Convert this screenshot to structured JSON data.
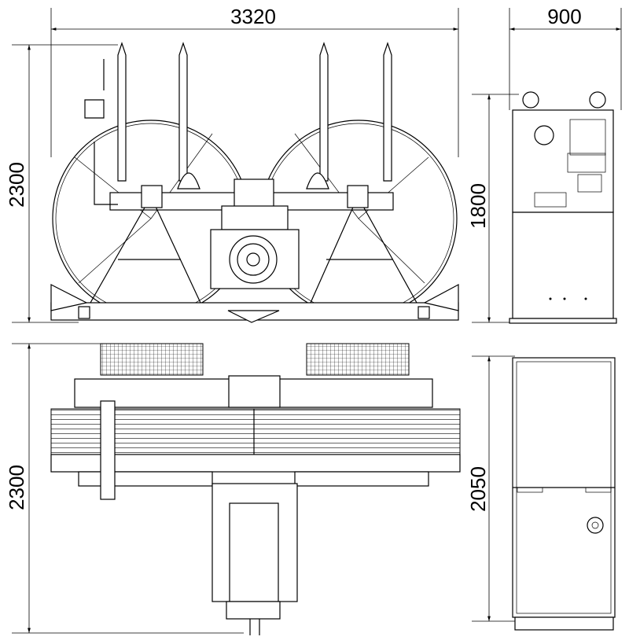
{
  "dimensions": {
    "front_width": "3320",
    "side_width": "900",
    "front_height": "2300",
    "side_height": "1800",
    "top_depth": "2300",
    "plan_length": "2050"
  }
}
